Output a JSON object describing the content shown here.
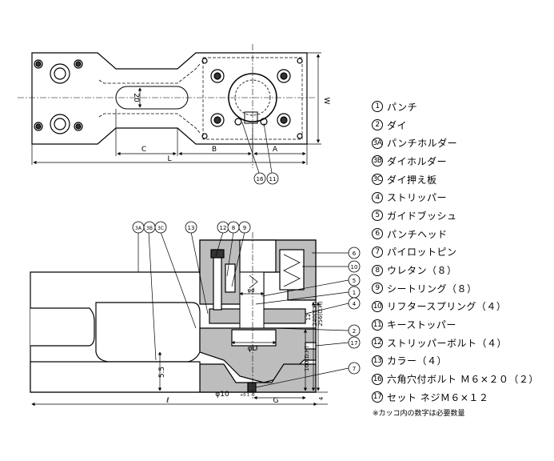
{
  "dimensions": {
    "top_view": [
      "C",
      "B",
      "A",
      "L",
      "W",
      "20"
    ],
    "section_view": [
      "ℓ",
      "G",
      "φD",
      "φd",
      "φ10",
      "5.5",
      "100(D.H)",
      "240(S.H)",
      "256(O.H)",
      "4",
      "12",
      "+0.1 -0"
    ]
  },
  "callouts": {
    "top_view": [
      "16",
      "11"
    ],
    "section_top": [
      "3A",
      "3B",
      "3C",
      "13",
      "12",
      "8",
      "9"
    ],
    "section_right": [
      "6",
      "10",
      "5",
      "1",
      "4",
      "2",
      "17",
      "7"
    ]
  },
  "parts_list": [
    {
      "num": "1",
      "label": "パンチ"
    },
    {
      "num": "2",
      "label": "ダイ"
    },
    {
      "num": "3A",
      "label": "パンチホルダー"
    },
    {
      "num": "3B",
      "label": "ダイホルダー"
    },
    {
      "num": "3C",
      "label": "ダイ押え板"
    },
    {
      "num": "4",
      "label": "ストリッパー"
    },
    {
      "num": "5",
      "label": "ガイドブッシュ"
    },
    {
      "num": "6",
      "label": "パンチヘッド"
    },
    {
      "num": "7",
      "label": "パイロットピン"
    },
    {
      "num": "8",
      "label": "ウレタン（８）"
    },
    {
      "num": "9",
      "label": "シートリング（８）"
    },
    {
      "num": "10",
      "label": "リフタースプリング（４）"
    },
    {
      "num": "11",
      "label": "キーストッパー"
    },
    {
      "num": "12",
      "label": "ストリッパーボルト（４）"
    },
    {
      "num": "13",
      "label": "カラー（４）"
    },
    {
      "num": "16",
      "label": "六角穴付ボルト Ｍ６×２０（２）"
    },
    {
      "num": "17",
      "label": "セット ネジＭ６×１２"
    }
  ],
  "note": "※カッコ内の数字は必要数量"
}
